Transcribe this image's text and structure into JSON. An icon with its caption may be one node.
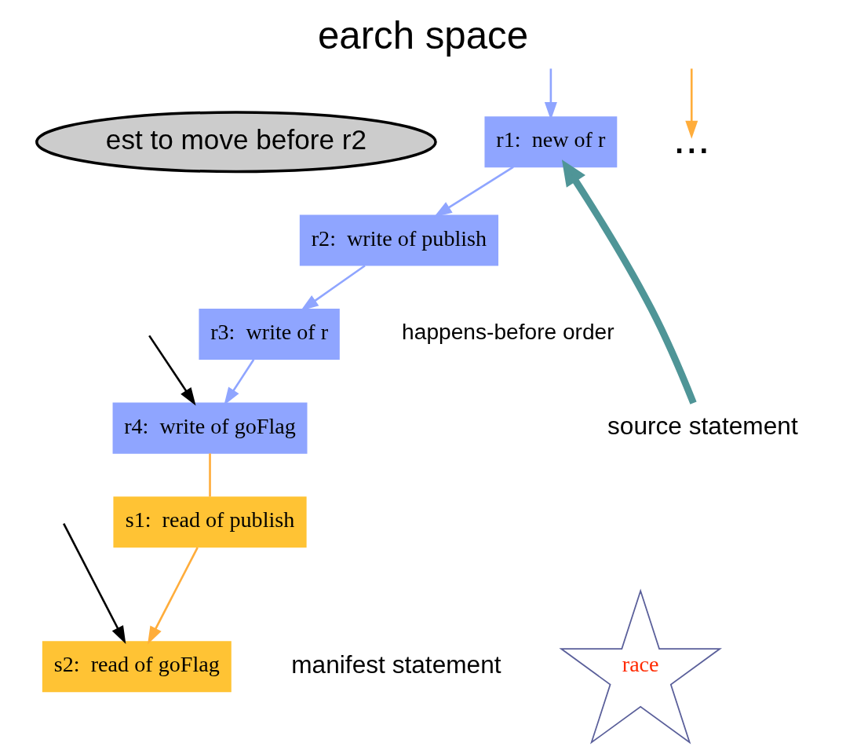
{
  "diagram": {
    "title": "earch space",
    "nodes": [
      {
        "text": [
          "est to move before r2"
        ]
      },
      {
        "text": [
          "r1:  new of r"
        ]
      },
      {
        "text": [
          "r2:  write of publish"
        ]
      },
      {
        "text": [
          "r3:  write of r"
        ]
      },
      {
        "text": [
          "r4:  write of goFlag"
        ]
      },
      {
        "text": [
          "s1:  read of publish"
        ]
      },
      {
        "text": [
          "s2:  read of goFlag"
        ]
      },
      {
        "text": [
          "source statement"
        ]
      },
      {
        "text": [
          "manifest statement"
        ]
      },
      {
        "text": [
          "..."
        ]
      },
      {
        "text": [
          "race"
        ]
      }
    ],
    "edges": [
      {
        "from": null,
        "to": 1,
        "arrow": "to",
        "color": "#8fa5ff"
      },
      {
        "from": null,
        "to": 9,
        "arrow": "to",
        "color": "#ffad3b"
      },
      {
        "from": 1,
        "to": 2,
        "arrow": "to",
        "color": "#8fa5ff"
      },
      {
        "from": 2,
        "to": 3,
        "arrow": "to",
        "color": "#8fa5ff"
      },
      {
        "from": 3,
        "to": 4,
        "arrow": "to",
        "color": "#8fa5ff"
      },
      {
        "from": 4,
        "to": 5,
        "arrow": "none",
        "color": "#ffad3b"
      },
      {
        "from": 5,
        "to": 6,
        "arrow": "to",
        "color": "#ffad3b"
      },
      {
        "from": 7,
        "to": 1,
        "arrow": "to",
        "style": "thick",
        "color": "#4f9597"
      },
      {
        "from": null,
        "to": 4,
        "arrow": "to",
        "color": "#000000"
      },
      {
        "from": null,
        "to": 6,
        "arrow": "to",
        "color": "#000000"
      }
    ],
    "labels": [
      "happens-before order"
    ]
  }
}
